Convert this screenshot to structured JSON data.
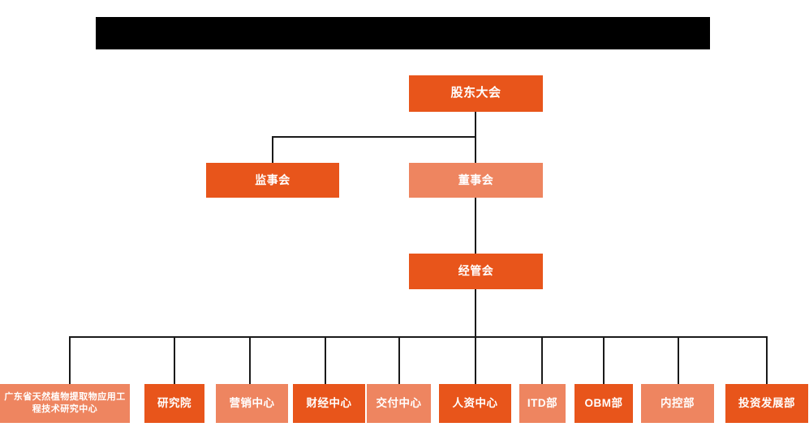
{
  "page": {
    "title_bar": {
      "name": "redacted-title-bar",
      "color": "#000000",
      "text": ""
    },
    "background": "#ffffff",
    "colors": {
      "dark_orange": "#e8551b",
      "light_orange": "#ee8560",
      "connector": "#1a1a1a",
      "node_text": "#ffffff"
    }
  },
  "chart_data": {
    "type": "org-chart",
    "title": "",
    "nodes": [
      {
        "id": "shareholders",
        "label": "股东大会",
        "level": 1,
        "tone": "dark"
      },
      {
        "id": "supervisors",
        "label": "监事会",
        "level": 2,
        "tone": "dark"
      },
      {
        "id": "directors",
        "label": "董事会",
        "level": 2,
        "tone": "light"
      },
      {
        "id": "management",
        "label": "经管会",
        "level": 3,
        "tone": "dark"
      },
      {
        "id": "research-center",
        "label": "广东省天然植物提取物应用工程技术研究中心",
        "level": 4,
        "tone": "light"
      },
      {
        "id": "institute",
        "label": "研究院",
        "level": 4,
        "tone": "dark"
      },
      {
        "id": "marketing-center",
        "label": "营销中心",
        "level": 4,
        "tone": "light"
      },
      {
        "id": "finance-center",
        "label": "财经中心",
        "level": 4,
        "tone": "dark"
      },
      {
        "id": "delivery-center",
        "label": "交付中心",
        "level": 4,
        "tone": "light"
      },
      {
        "id": "hr-center",
        "label": "人资中心",
        "level": 4,
        "tone": "dark"
      },
      {
        "id": "itd-dept",
        "label": "ITD部",
        "level": 4,
        "tone": "light"
      },
      {
        "id": "obm-dept",
        "label": "OBM部",
        "level": 4,
        "tone": "dark"
      },
      {
        "id": "internal-control-dept",
        "label": "内控部",
        "level": 4,
        "tone": "light"
      },
      {
        "id": "investment-development-dept",
        "label": "投资发展部",
        "level": 4,
        "tone": "dark"
      }
    ],
    "edges": [
      {
        "from": "shareholders",
        "to": "supervisors"
      },
      {
        "from": "shareholders",
        "to": "directors"
      },
      {
        "from": "directors",
        "to": "management"
      },
      {
        "from": "management",
        "to": "research-center"
      },
      {
        "from": "management",
        "to": "institute"
      },
      {
        "from": "management",
        "to": "marketing-center"
      },
      {
        "from": "management",
        "to": "finance-center"
      },
      {
        "from": "management",
        "to": "delivery-center"
      },
      {
        "from": "management",
        "to": "hr-center"
      },
      {
        "from": "management",
        "to": "itd-dept"
      },
      {
        "from": "management",
        "to": "obm-dept"
      },
      {
        "from": "management",
        "to": "internal-control-dept"
      },
      {
        "from": "management",
        "to": "investment-development-dept"
      }
    ]
  }
}
